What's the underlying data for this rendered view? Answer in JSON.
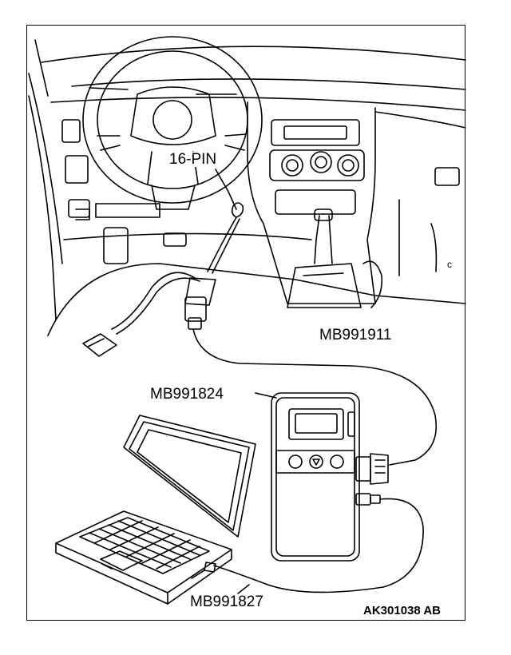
{
  "labels": {
    "connector": "16-PIN",
    "cable_upper": "MB991911",
    "vci_unit": "MB991824",
    "cable_lower": "MB991827"
  },
  "figure_code": "AK301038 AB",
  "colors": {
    "ink": "#000000",
    "paper": "#ffffff"
  }
}
